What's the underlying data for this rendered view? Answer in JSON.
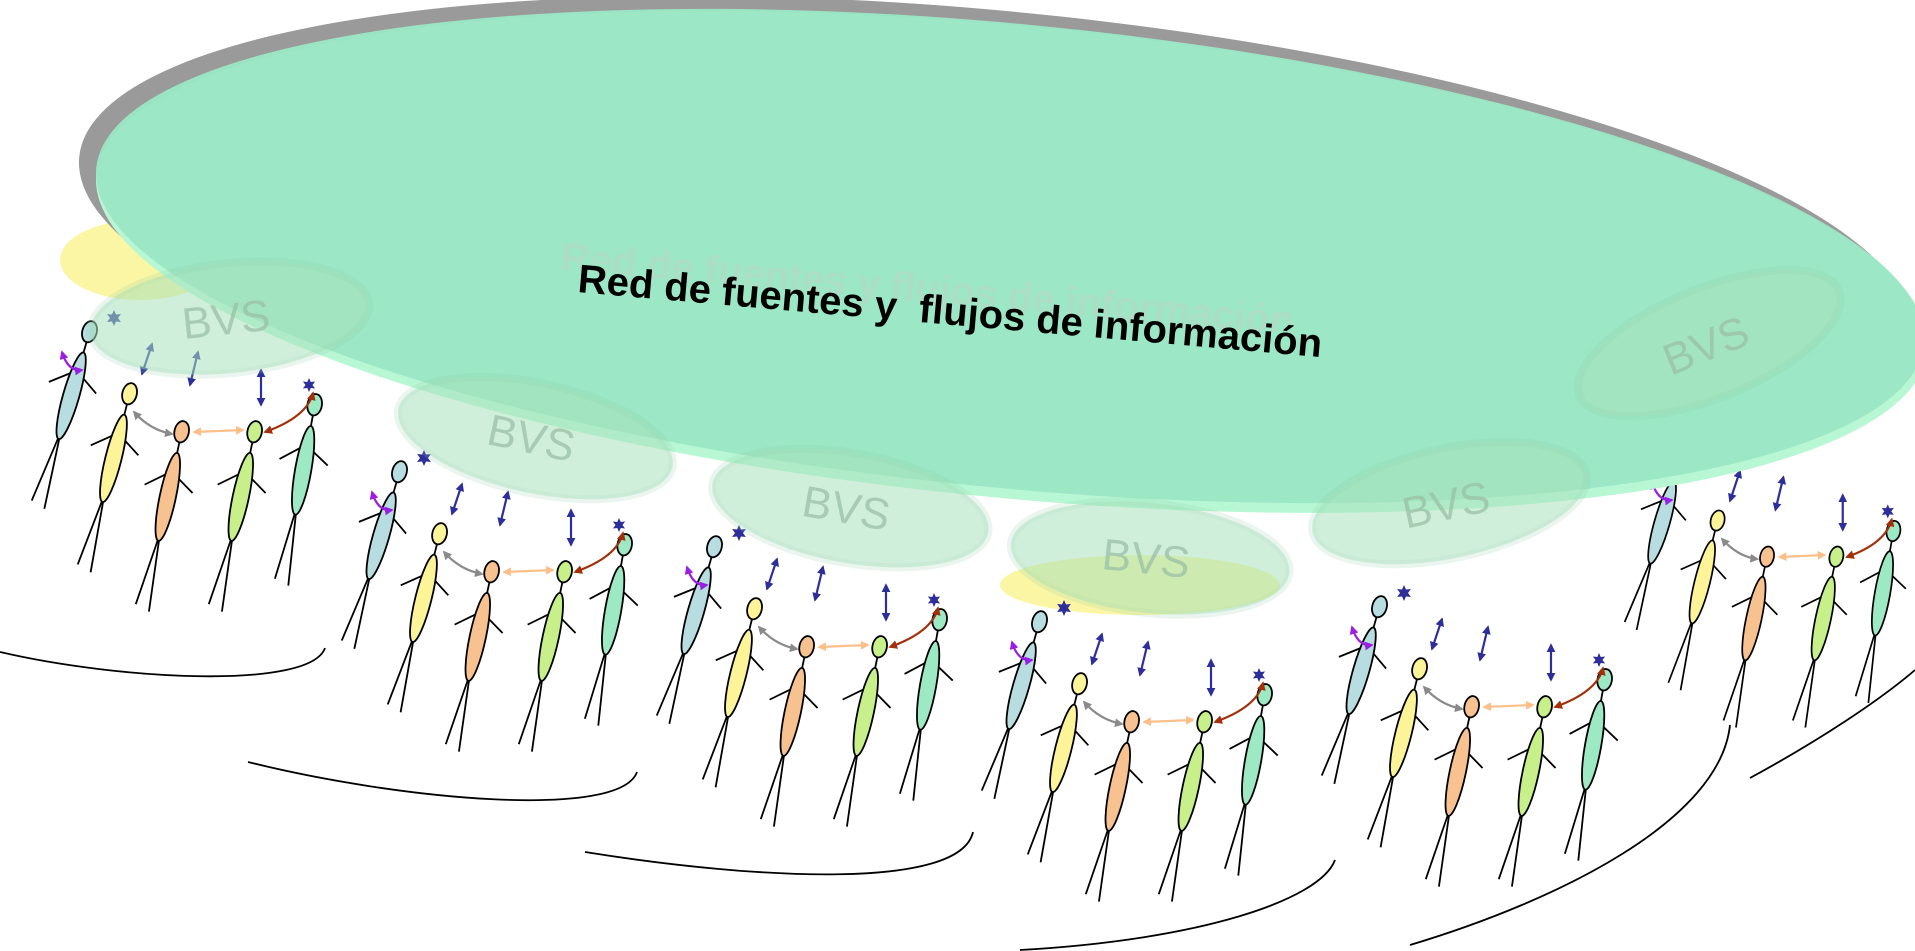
{
  "diagram": {
    "title": "Red de fuentes y  flujos de información",
    "ghost_title": "Red de fuentes y  flujos de información",
    "group_label": "BVS",
    "group_count": 6
  },
  "colors": {
    "disc_fill": "#9be6c4",
    "disc_shadow": "#9a9a9a",
    "disc_edge_glow": "#b8f7d4",
    "under_glow": "#fbf59a",
    "bvs_text": "#9bc0a6",
    "person_body": [
      "#b8dde0",
      "#fdf49a",
      "#f8c190",
      "#c7f08a",
      "#9de9c4"
    ],
    "arrow_purple": "#9a1fe2",
    "arrow_blue": "#2e2e9a",
    "arrow_gray": "#8a8a8a",
    "arrow_peach": "#fbc08a",
    "arrow_brown": "#a2300b",
    "star_blue": "#2e2e9a"
  },
  "icons": {
    "person": "stick-figure-icon",
    "star": "star-icon",
    "double_arrow": "double-arrow-icon"
  }
}
